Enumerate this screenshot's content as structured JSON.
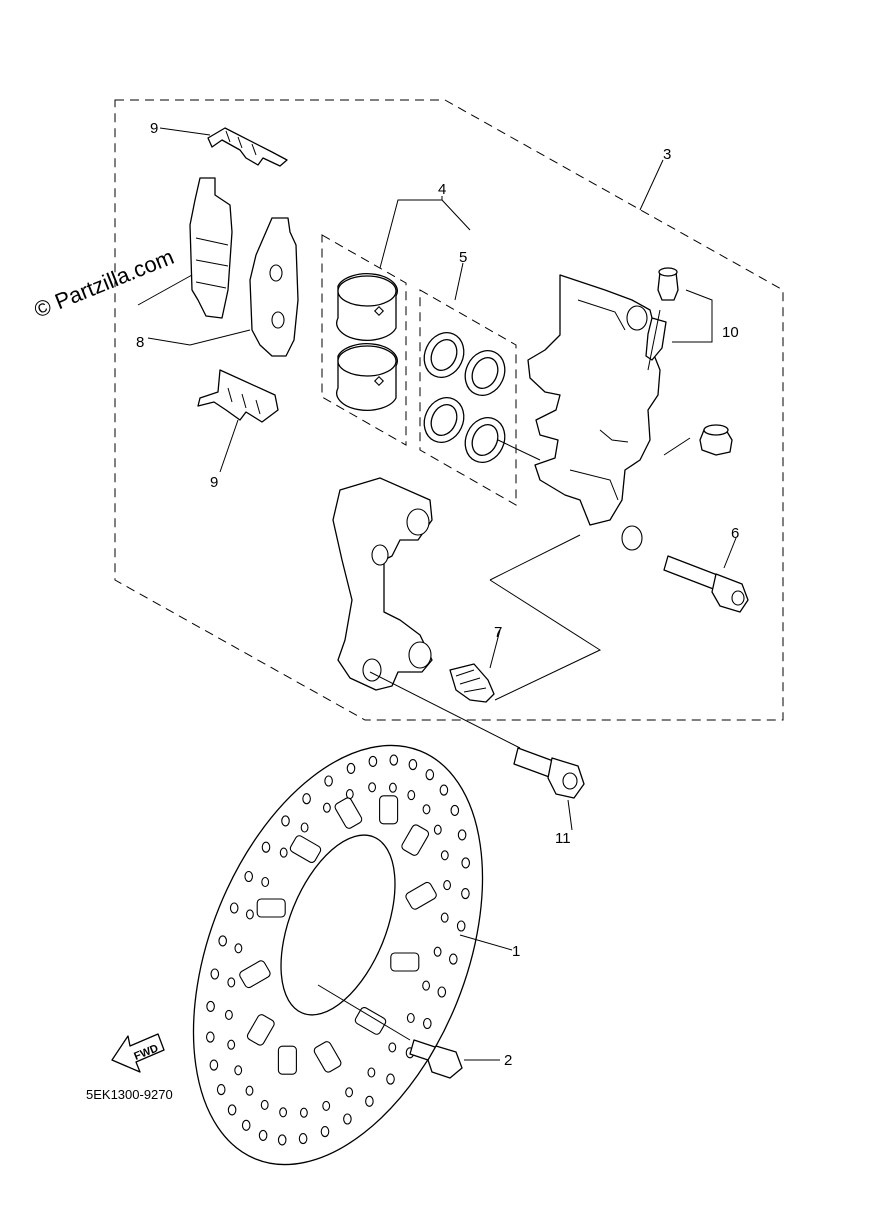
{
  "watermark": "© Partzilla.com",
  "diagram_code": "5EK1300-9270",
  "fwd_label": "FWD",
  "callouts": {
    "c1": "1",
    "c2": "2",
    "c3": "3",
    "c4": "4",
    "c5": "5",
    "c6": "6",
    "c7": "7",
    "c8": "8",
    "c9a": "9",
    "c9b": "9",
    "c10": "10",
    "c11": "11"
  }
}
